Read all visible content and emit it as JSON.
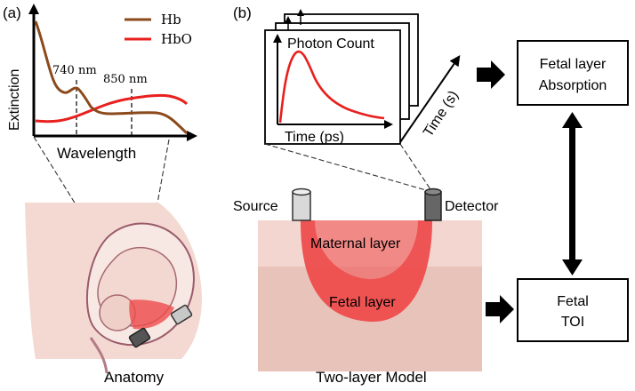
{
  "panel_a": {
    "label": "(a)",
    "y_axis_label": "Extinction",
    "x_axis_label": "Wavelength",
    "marker_740": "740 nm",
    "marker_850": "850 nm",
    "legend": [
      {
        "name": "Hb",
        "color": "#8b4a1c"
      },
      {
        "name": "HbO",
        "color": "#e8201e"
      }
    ],
    "caption": "Anatomy"
  },
  "panel_b": {
    "label": "(b)",
    "tpsf_title": "Photon Count",
    "tpsf_xlabel": "Time (ps)",
    "time_axis_label": "Time (s)",
    "source_label": "Source",
    "detector_label": "Detector",
    "maternal_label": "Maternal layer",
    "fetal_label": "Fetal layer",
    "caption": "Two-layer Model",
    "box_absorption_line1": "Fetal layer",
    "box_absorption_line2": "Absorption",
    "box_toi_line1": "Fetal",
    "box_toi_line2": "TOI"
  },
  "colors": {
    "hb": "#8b4a1c",
    "hbo": "#e8201e",
    "skin": "#f3d9d2",
    "maternal_layer": "#f3d6cf",
    "fetal_layer": "#e8c3ba",
    "photon_banana": "#ee4b4b"
  }
}
